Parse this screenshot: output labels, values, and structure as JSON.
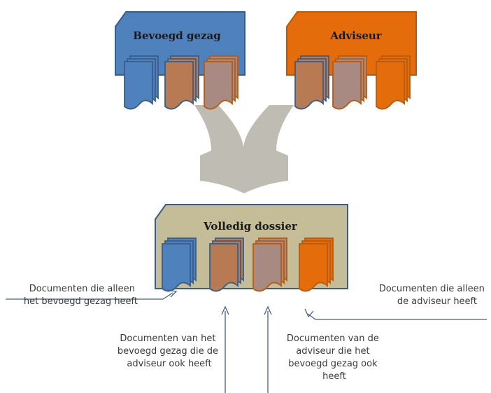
{
  "boxes": {
    "authority": "Bevoegd gezag",
    "advisor": "Adviseur",
    "complete": "Volledig dossier"
  },
  "annotations": {
    "left": [
      "Documenten die alleen",
      "het bevoegd gezag heeft"
    ],
    "right": [
      "Documenten die alleen",
      "de adviseur heeft"
    ],
    "center_left": [
      "Documenten van het",
      "bevoegd gezag die de",
      "adviseur ook heeft"
    ],
    "center_right": [
      "Documenten van de",
      "adviseur die het",
      "bevoegd gezag ook",
      "heeft"
    ]
  },
  "colors": {
    "authority_fill": "#4f81bd",
    "authority_stroke": "#385d8a",
    "advisor_fill": "#e46c0a",
    "advisor_stroke": "#b85a0e",
    "complete_fill": "#c4bd97",
    "complete_stroke": "#385d8a",
    "doc_brown": "#b87a52",
    "doc_mauve": "#a88a82",
    "merge_arrow": "#bfbcb4",
    "line": "#40628a"
  }
}
